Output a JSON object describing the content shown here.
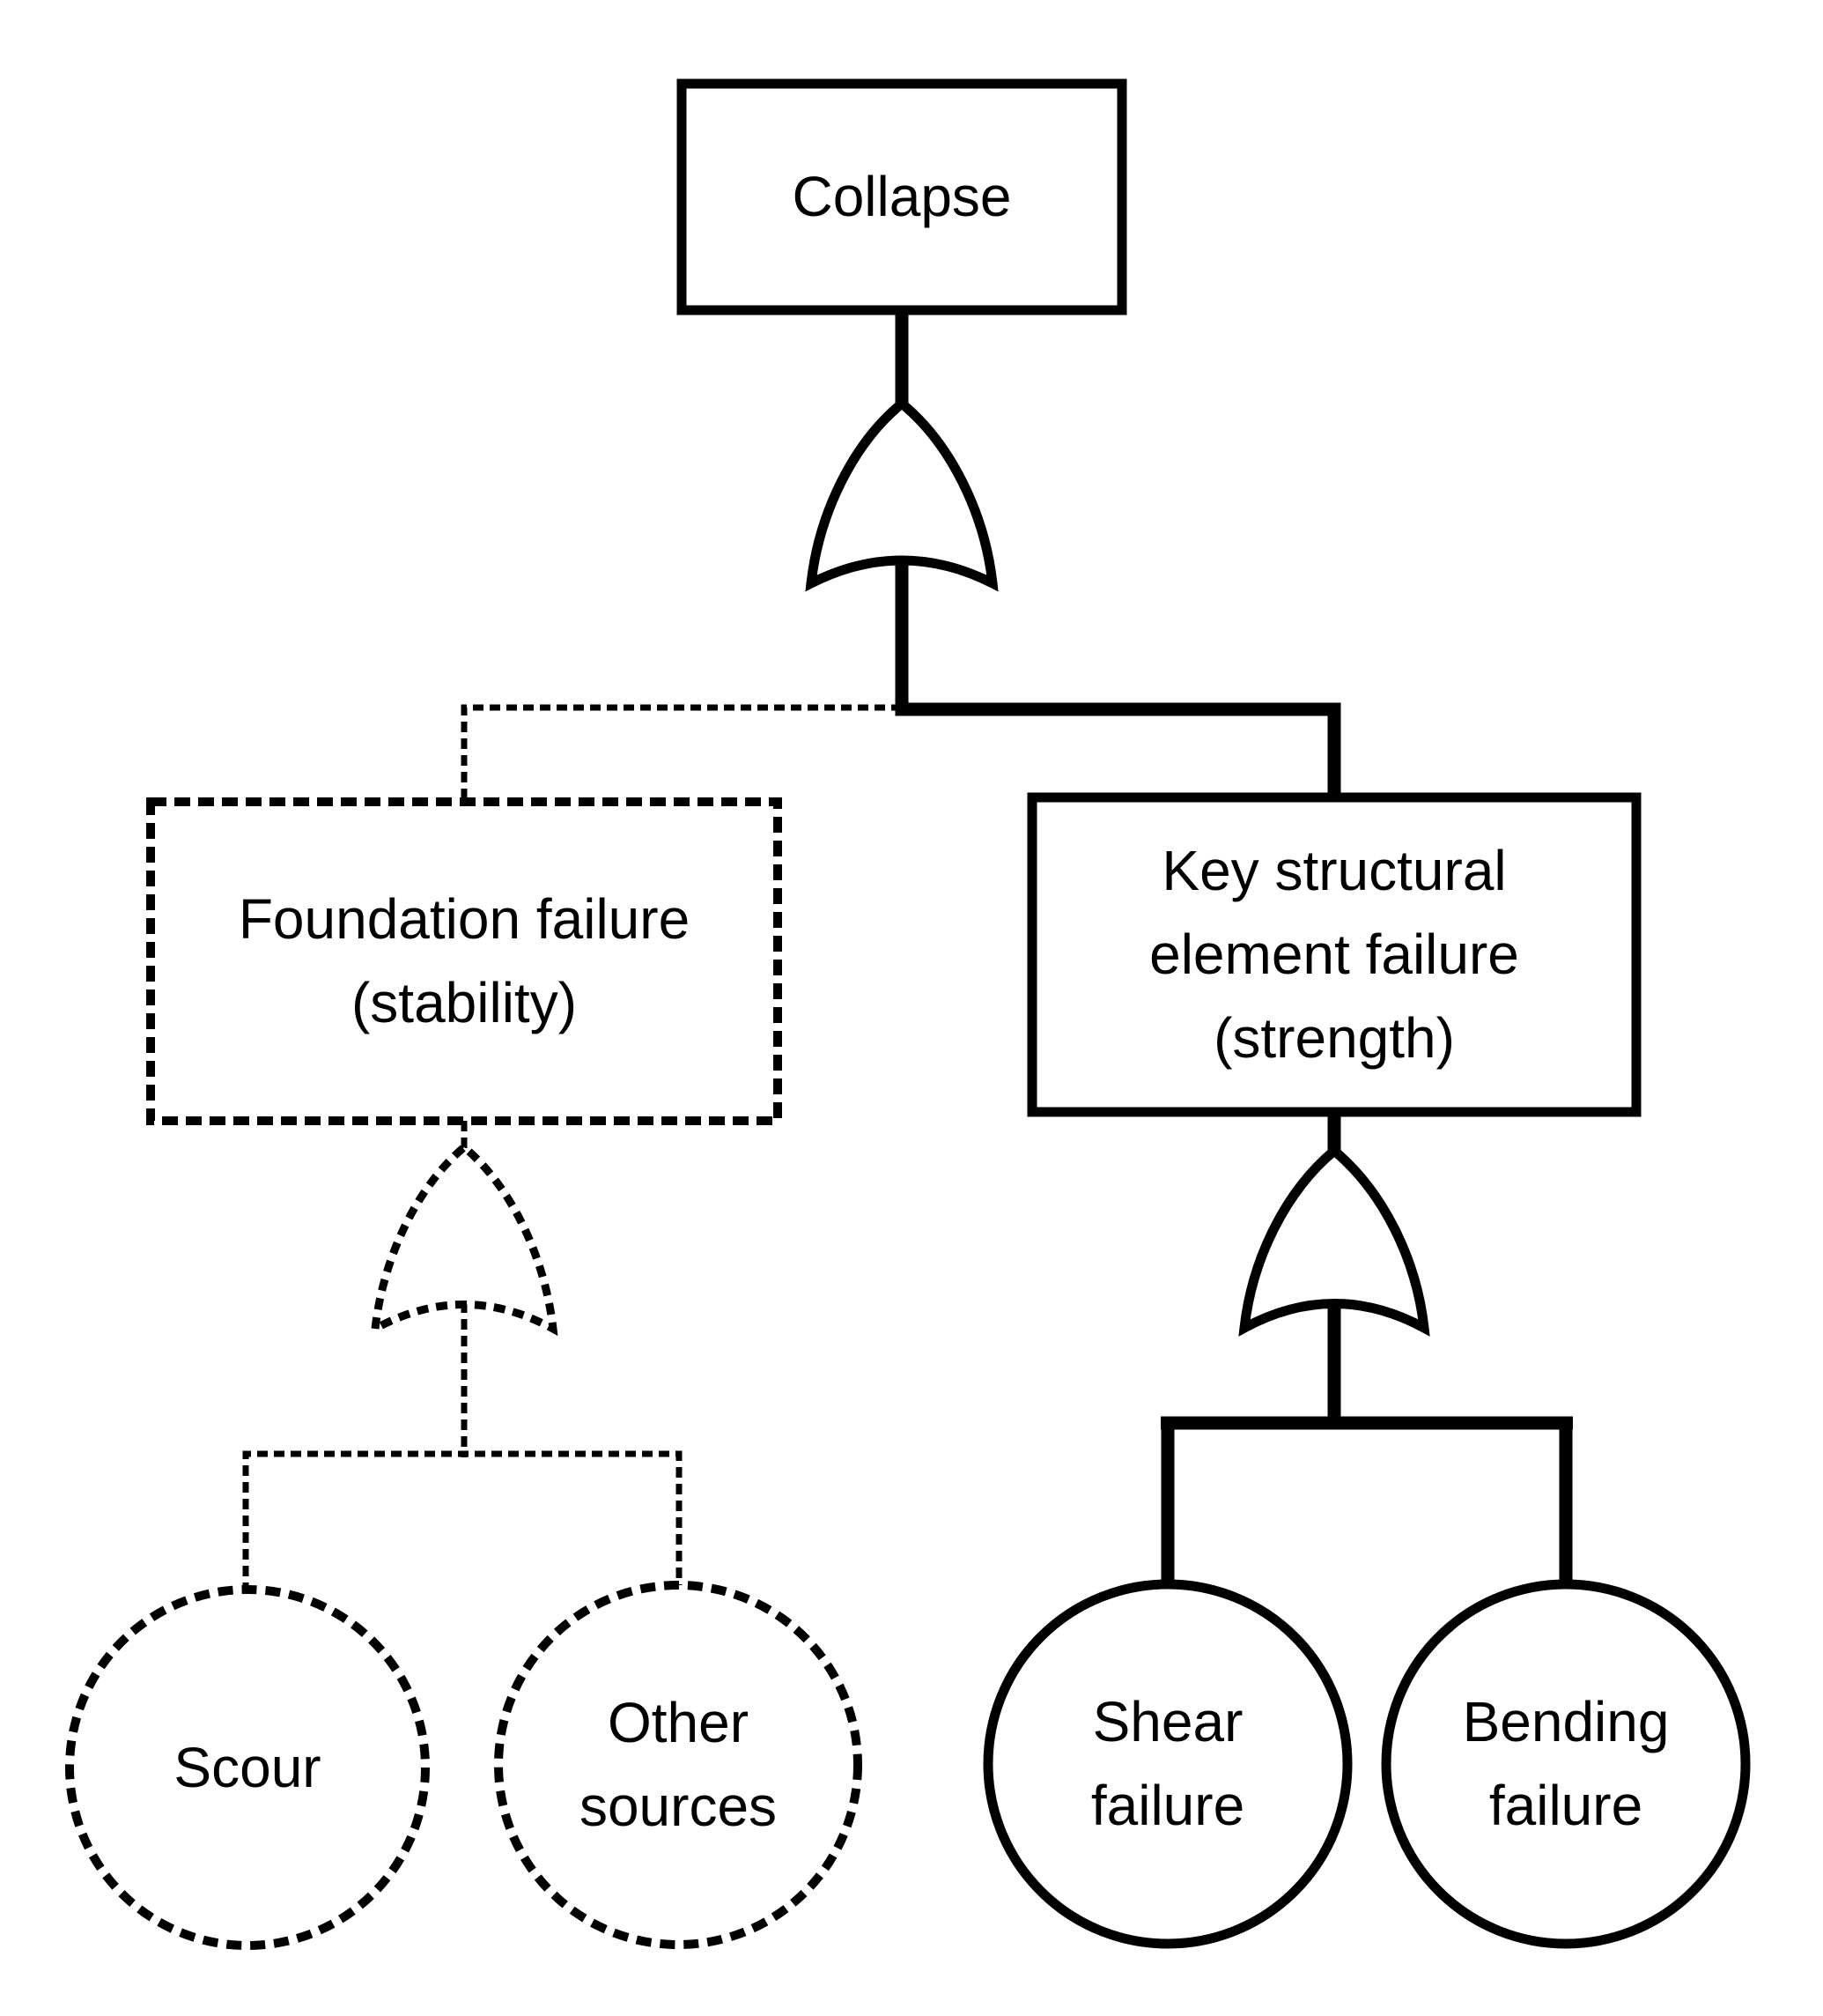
{
  "colors": {
    "background": "#ffffff",
    "line": "#000000"
  },
  "fault_tree": {
    "top_event": {
      "label": "Collapse",
      "shape": "rectangle",
      "line_style": "solid"
    },
    "top_gate": {
      "type": "OR",
      "line_style": "solid"
    },
    "branches": [
      {
        "event": {
          "label": "Foundation failure\n(stability)",
          "shape": "rectangle",
          "line_style": "dashed"
        },
        "gate": {
          "type": "OR",
          "line_style": "dashed"
        },
        "basic_events": [
          {
            "label": "Scour",
            "shape": "circle",
            "line_style": "dashed"
          },
          {
            "label": "Other\nsources",
            "shape": "circle",
            "line_style": "dashed"
          }
        ]
      },
      {
        "event": {
          "label": "Key structural\nelement failure\n(strength)",
          "shape": "rectangle",
          "line_style": "solid"
        },
        "gate": {
          "type": "OR",
          "line_style": "solid"
        },
        "basic_events": [
          {
            "label": "Shear\nfailure",
            "shape": "circle",
            "line_style": "solid"
          },
          {
            "label": "Bending\nfailure",
            "shape": "circle",
            "line_style": "solid"
          }
        ]
      }
    ]
  }
}
